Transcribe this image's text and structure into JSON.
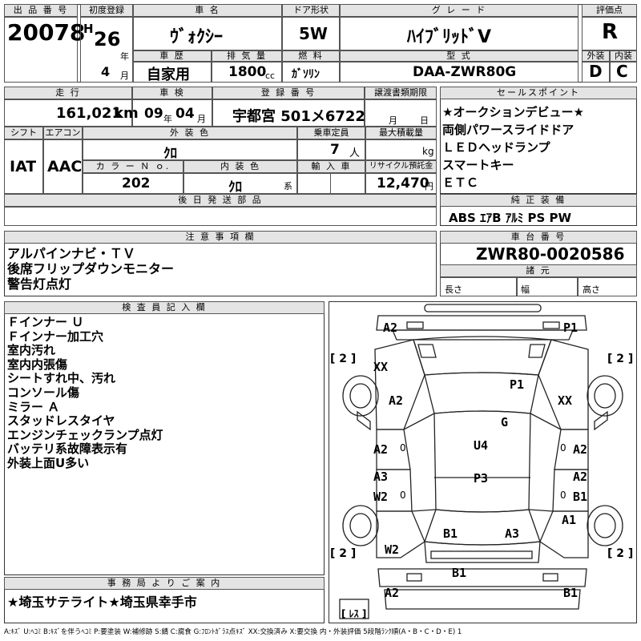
{
  "header": {
    "lot_label": "出 品 番 号",
    "lot_number": "20078",
    "first_reg_label": "初度登録",
    "era": "H",
    "reg_year": "26",
    "year_unit": "年",
    "reg_month": "4",
    "month_unit": "月",
    "car_name_label": "車 名",
    "car_name": "ｳﾞｫｸｼｰ",
    "doors_label": "ドア形状",
    "doors": "5W",
    "grade_label": "グ レ ー ド",
    "grade": "ﾊｲﾌﾞﾘｯﾄﾞV",
    "score_label": "評価点",
    "score": "R",
    "history_label": "車 歴",
    "history": "自家用",
    "displacement_label": "排 気 量",
    "displacement": "1800",
    "displacement_unit": "cc",
    "fuel_label": "燃 料",
    "fuel": "ｶﾞｿﾘﾝ",
    "model_label": "型 式",
    "model": "DAA-ZWR80G",
    "exterior_label": "外装",
    "exterior_grade": "D",
    "interior_label": "内装",
    "interior_grade": "C"
  },
  "info": {
    "mileage_label": "走 行",
    "mileage": "161,021",
    "mileage_unit": "km",
    "inspection_label": "車 検",
    "inspection_year": "09",
    "inspection_month": "04",
    "year_unit": "年",
    "month_unit": "月",
    "registration_label": "登 録 番 号",
    "registration": "宇都宮 501メ6722",
    "transfer_label": "譲渡書類期限",
    "transfer_month_unit": "月",
    "transfer_day_unit": "日",
    "shift_label": "シフト",
    "shift": "IAT",
    "ac_label": "エアコン",
    "ac": "AAC",
    "color_label": "外 装 色",
    "color": "ｸﾛ",
    "capacity_label": "乗車定員",
    "capacity": "7",
    "capacity_unit": "人",
    "load_label": "最大積載量",
    "load_unit": "kg",
    "color_no_label": "カ ラ ー Ｎ ｏ.",
    "color_no": "202",
    "interior_color_label": "内 装 色",
    "interior_color": "ｸﾛ",
    "interior_color_unit": "系",
    "import_label": "輸 入 車",
    "recycle_label": "リサイクル預託金",
    "recycle": "12,470",
    "recycle_unit": "円",
    "later_parts_label": "後 日 発 送 部 品"
  },
  "sales": {
    "label": "セールスポイント",
    "points": [
      "★オークションデビュー★",
      "両側パワースライドドア",
      "ＬＥＤヘッドランプ",
      "スマートキー",
      "ＥＴＣ"
    ]
  },
  "equipment": {
    "label": "純 正 装 備",
    "value": "ABS ｴｱB ｱﾙﾐ PS PW"
  },
  "notes": {
    "label": "注 意 事 項 欄",
    "lines": [
      "アルパインナビ・ＴＶ",
      "後席フリップダウンモニター",
      "警告灯点灯"
    ]
  },
  "chassis": {
    "label": "車 台 番 号",
    "value": "ZWR80-0020586",
    "spec_label": "諸 元",
    "length_label": "長さ",
    "width_label": "幅",
    "height_label": "高さ"
  },
  "inspector": {
    "label": "検 査 員 記 入 欄",
    "lines": [
      "Ｆインナー Ｕ",
      "Ｆインナー加工穴",
      "室内汚れ",
      "室内内張傷",
      "シートすれ中、汚れ",
      "コンソール傷",
      "ミラー Ａ",
      "スタッドレスタイヤ",
      "エンジンチェックランプ点灯",
      "バッテリ系故障表示有",
      "外装上面U多い"
    ]
  },
  "office": {
    "label": "事 務 局 よ り ご 案 内",
    "text": "★埼玉サテライト★埼玉県幸手市"
  },
  "diagram": {
    "marks": {
      "a2_front_left": "A2",
      "p1_front_right": "P1",
      "xx_fender_left": "XX",
      "a2_fender_left": "A2",
      "p1_hood": "P1",
      "xx_fender_right": "XX",
      "g_windshield": "G",
      "a2_door_left": "A2",
      "a2_door_right": "A2",
      "u4_roof": "U4",
      "a3_rear_door_left": "A3",
      "a2_rear_door_right": "A2",
      "w2_rear_door_left": "W2",
      "b1_rear_door_right": "B1",
      "p3_roof_rear": "P3",
      "a1_quarter_right": "A1",
      "b1_tailgate_left": "B1",
      "a3_tailgate_right": "A3",
      "w2_quarter_left": "W2",
      "b1_bumper": "B1",
      "a2_rear_left": "A2",
      "b1_rear_right": "B1"
    },
    "tire_tl": "[ 2 ]",
    "tire_tr": "[ 2 ]",
    "tire_bl": "[ 2 ]",
    "tire_br": "[ 2 ]",
    "zero_1": "0",
    "zero_2": "0",
    "zero_3": "0",
    "zero_4": "0",
    "spare": "[ ﾚｽ ]"
  },
  "legend": "A:ｷｽﾞ U:ﾍｺﾐ B:ｷｽﾞを伴うﾍｺﾐ P:要塗装 W:補修跡 S:錆 C:腐食 G:ﾌﾛﾝﾄｶﾞﾗｽ点ｷｽﾞ XX:交換済み X:要交換 内・外装評価 5段階ﾗﾝｸ順(A・B・C・D・E) 1"
}
